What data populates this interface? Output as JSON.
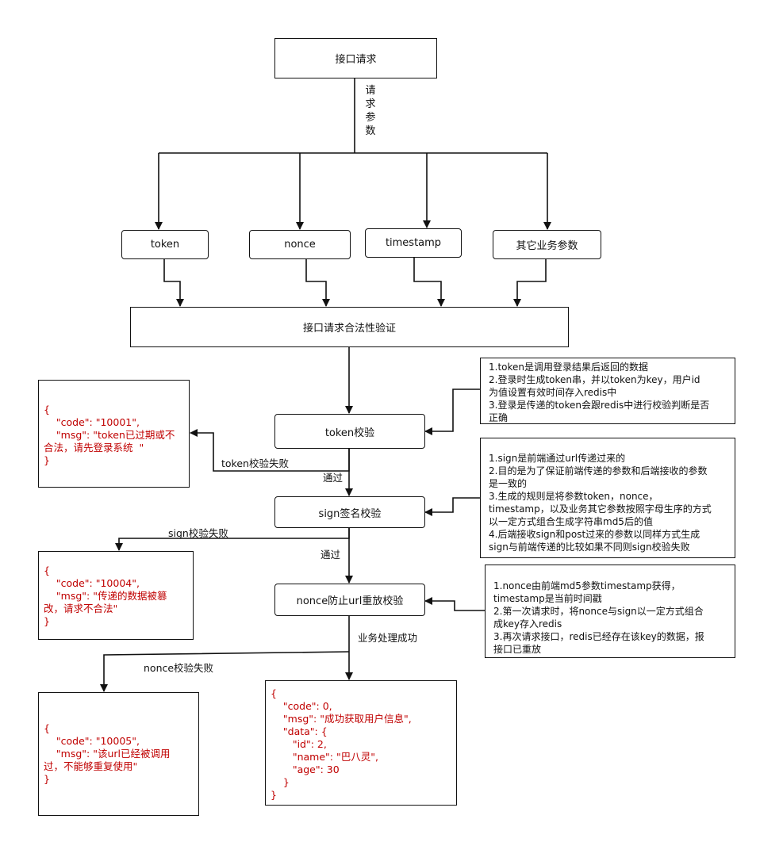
{
  "nodes": {
    "api_request": "接口请求",
    "token": "token",
    "nonce": "nonce",
    "timestamp": "timestamp",
    "other_params": "其它业务参数",
    "legality_check": "接口请求合法性验证",
    "token_check": "token校验",
    "sign_check": "sign签名校验",
    "nonce_check": "nonce防止url重放校验"
  },
  "edge_labels": {
    "request_params_chars": [
      "请",
      "求",
      "参",
      "数"
    ],
    "token_fail": "token校验失败",
    "token_pass": "通过",
    "sign_fail": "sign校验失败",
    "sign_pass": "通过",
    "business_success": "业务处理成功",
    "nonce_fail": "nonce校验失败"
  },
  "notes": {
    "token_note": [
      "1.token是调用登录结果后返回的数据",
      "2.登录时生成token串，并以token为key，用户id",
      "为值设置有效时间存入redis中",
      "3.登录是传递的token会跟redis中进行校验判断是否",
      "正确"
    ],
    "sign_note": [
      "1.sign是前端通过url传递过来的",
      "2.目的是为了保证前端传递的参数和后端接收的参数",
      "是一致的",
      "3.生成的规则是将参数token，nonce，",
      "timestamp，以及业务其它参数按照字母生序的方式",
      "以一定方式组合生成字符串md5后的值",
      "4.后端接收sign和post过来的参数以同样方式生成",
      "sign与前端传递的比较如果不同则sign校验失败"
    ],
    "nonce_note": [
      "1.nonce由前端md5参数timestamp获得，",
      "timestamp是当前时间戳",
      "2.第一次请求时，将nonce与sign以一定方式组合",
      "成key存入redis",
      "3.再次请求接口，redis已经存在该key的数据，报",
      "接口已重放"
    ]
  },
  "responses": {
    "token_fail_json": [
      "{",
      "    \"code\": \"10001\",",
      "    \"msg\": \"token已过期或不",
      "合法，请先登录系统  \"",
      "}"
    ],
    "sign_fail_json": [
      "{",
      "    \"code\": \"10004\",",
      "    \"msg\": \"传递的数据被篡",
      "改，请求不合法\"",
      "}"
    ],
    "nonce_fail_json": [
      "{",
      "    \"code\": \"10005\",",
      "    \"msg\": \"该url已经被调用",
      "过，不能够重复使用\"",
      "}"
    ],
    "success_json": [
      "{",
      "    \"code\": 0,",
      "    \"msg\": \"成功获取用户信息\",",
      "    \"data\": {",
      "       \"id\": 2,",
      "       \"name\": \"巴八灵\",",
      "       \"age\": 30",
      "    }",
      "}"
    ]
  },
  "colors": {
    "line": "#111111",
    "json_text": "#c00000"
  }
}
